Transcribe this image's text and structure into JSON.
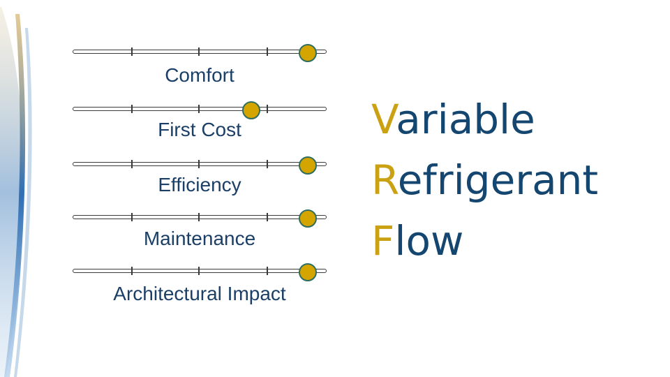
{
  "sliders": [
    {
      "label": "Comfort",
      "level": 1.0
    },
    {
      "label": "First Cost",
      "level": 0.75
    },
    {
      "label": "Efficiency",
      "level": 1.0
    },
    {
      "label": "Maintenance",
      "level": 1.0
    },
    {
      "label": "Architectural Impact",
      "level": 1.0
    }
  ],
  "title": {
    "lines": [
      {
        "initial": "V",
        "rest": "ariable"
      },
      {
        "initial": "R",
        "rest": "efrigerant"
      },
      {
        "initial": "F",
        "rest": "low"
      }
    ]
  },
  "colors": {
    "label_text": "#1b3f66",
    "title_text": "#14466f",
    "title_initial": "#c9a112",
    "knob_fill": "#d4a400",
    "knob_border": "#2f6d5e"
  }
}
